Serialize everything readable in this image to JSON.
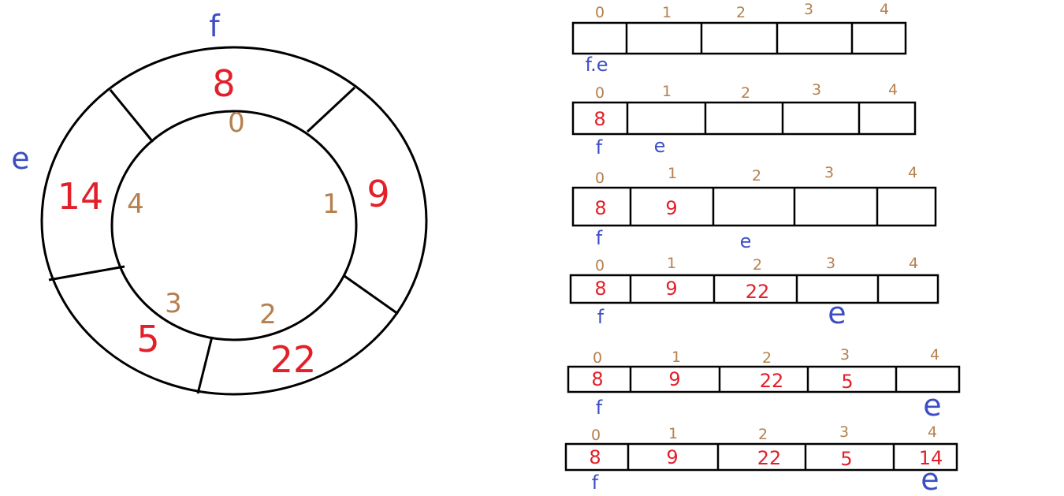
{
  "colors": {
    "value": "#e3202a",
    "index": "#b5804f",
    "pointer": "#3d4ec4",
    "stroke": "#000000"
  },
  "ring": {
    "slots": [
      {
        "index": "0",
        "value": "8"
      },
      {
        "index": "1",
        "value": "9"
      },
      {
        "index": "2",
        "value": "22"
      },
      {
        "index": "3",
        "value": "5"
      },
      {
        "index": "4",
        "value": "14"
      }
    ],
    "front_label": "f",
    "end_label": "e"
  },
  "arrays": [
    {
      "indices": [
        "0",
        "1",
        "2",
        "3",
        "4"
      ],
      "values": [
        "",
        "",
        "",
        "",
        ""
      ],
      "front": "f.e",
      "end": ""
    },
    {
      "indices": [
        "0",
        "1",
        "2",
        "3",
        "4"
      ],
      "values": [
        "8",
        "",
        "",
        "",
        ""
      ],
      "front": "f",
      "end": "e"
    },
    {
      "indices": [
        "0",
        "1",
        "2",
        "3",
        "4"
      ],
      "values": [
        "8",
        "9",
        "",
        "",
        ""
      ],
      "front": "f",
      "end": "e"
    },
    {
      "indices": [
        "0",
        "1",
        "2",
        "3",
        "4"
      ],
      "values": [
        "8",
        "9",
        "22",
        "",
        ""
      ],
      "front": "f",
      "end": "e"
    },
    {
      "indices": [
        "0",
        "1",
        "2",
        "3",
        "4"
      ],
      "values": [
        "8",
        "9",
        "22",
        "5",
        ""
      ],
      "front": "f",
      "end": "e"
    },
    {
      "indices": [
        "0",
        "1",
        "2",
        "3",
        "4"
      ],
      "values": [
        "8",
        "9",
        "22",
        "5",
        "14"
      ],
      "front": "f",
      "end": "e"
    }
  ]
}
